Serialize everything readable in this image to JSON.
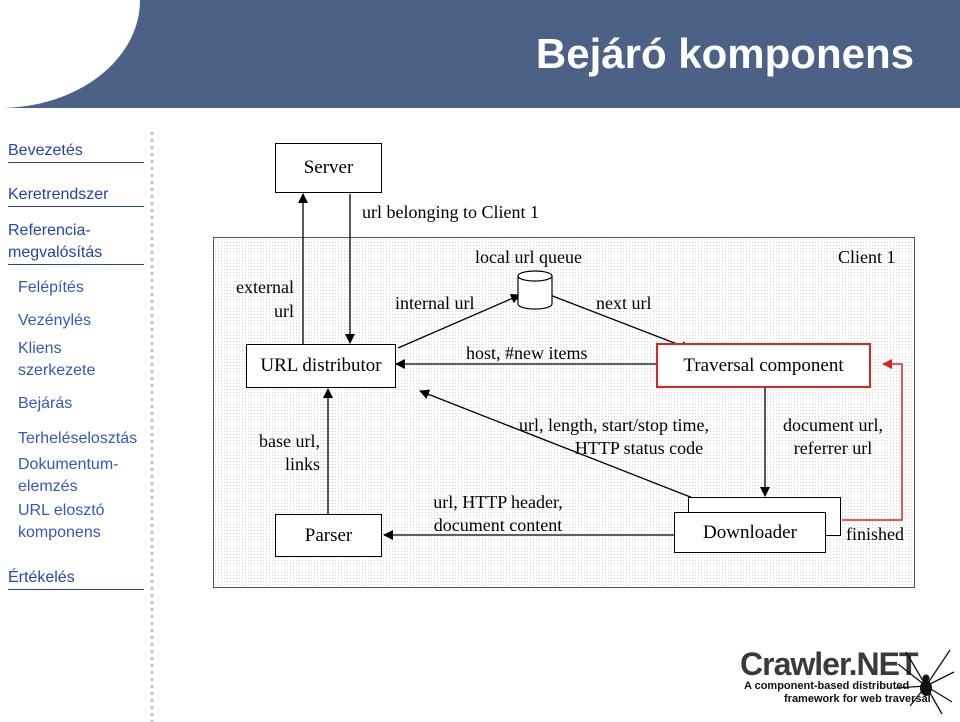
{
  "title": "Bejáró komponens",
  "nav": [
    "Bevezetés",
    "Keretrendszer",
    "Referencia-",
    "megvalósítás",
    "Felépítés",
    "Vezénylés",
    "Kliens",
    "szerkezete",
    "Bejárás",
    "Terheléselosztás",
    "Dokumentum-",
    "elemzés",
    "URL elosztó",
    "komponens",
    "Értékelés"
  ],
  "diagram": {
    "server": "Server",
    "url_belonging": "url belonging to Client 1",
    "client_label": "Client 1",
    "local_queue": "local url queue",
    "external_url_1": "external",
    "external_url_2": "url",
    "internal_url": "internal url",
    "next_url": "next url",
    "url_distributor": "URL distributor",
    "host_new_items": "host, #new items",
    "traversal": "Traversal component",
    "base_url_1": "base url,",
    "base_url_2": "links",
    "url_length_1": "url, length, start/stop time,",
    "url_length_2": "HTTP status code",
    "doc_url_1": "document url,",
    "doc_url_2": "referrer url",
    "url_header_1": "url, HTTP header,",
    "url_header_2": "document content",
    "parser": "Parser",
    "downloader": "Downloader",
    "finished": "finished"
  },
  "logo": {
    "name": "Crawler.NET",
    "tagline_1": "A component-based distributed",
    "tagline_2": "framework for web traversal"
  },
  "colors": {
    "header": "#4b6186",
    "nav_link": "#2343b3",
    "traversal_border": "#dd2222",
    "finished_line": "#dd2222"
  }
}
